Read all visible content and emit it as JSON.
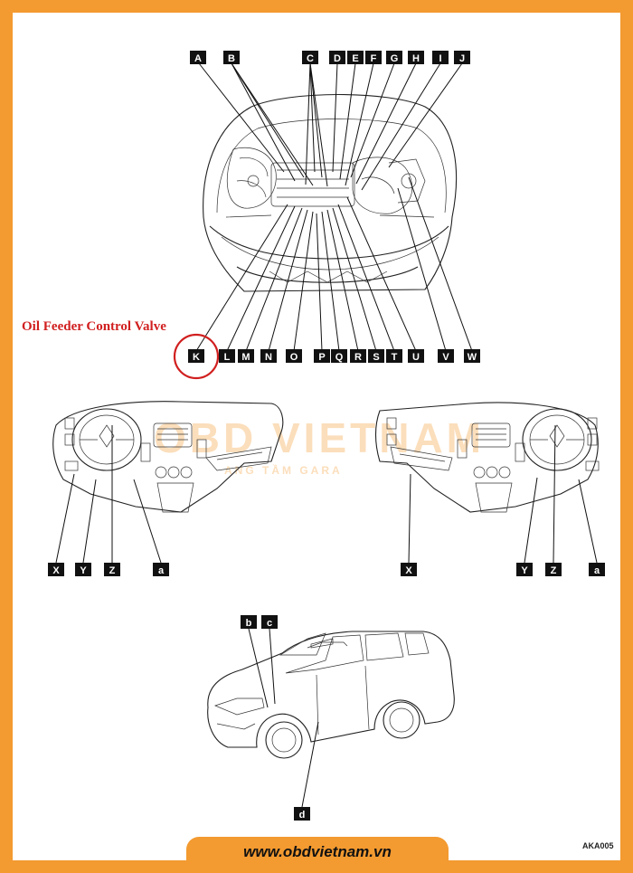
{
  "callout": {
    "text": "Oil Feeder Control Valve",
    "highlighted_label": "K",
    "color": "#d11f1f"
  },
  "engine_labels": {
    "top": [
      "A",
      "B",
      "C",
      "D",
      "E",
      "F",
      "G",
      "H",
      "I",
      "J"
    ],
    "bottom": [
      "K",
      "L",
      "M",
      "N",
      "O",
      "P",
      "Q",
      "R",
      "S",
      "T",
      "U",
      "V",
      "W"
    ]
  },
  "dashboard_left_labels": [
    "X",
    "Y",
    "Z",
    "a"
  ],
  "dashboard_right_labels": [
    "X",
    "Y",
    "Z",
    "a"
  ],
  "vehicle_labels": {
    "top": [
      "b",
      "c"
    ],
    "bottom": [
      "d"
    ]
  },
  "watermark": {
    "text": "OBD VIETNAM",
    "tagline": "ANG TẦM GARA",
    "color": "#f39a30"
  },
  "footer": {
    "url": "www.obdvietnam.vn",
    "figure_code": "AKA005"
  },
  "colors": {
    "frame": "#f39a30",
    "label_bg": "#111111",
    "label_text": "#ffffff"
  }
}
